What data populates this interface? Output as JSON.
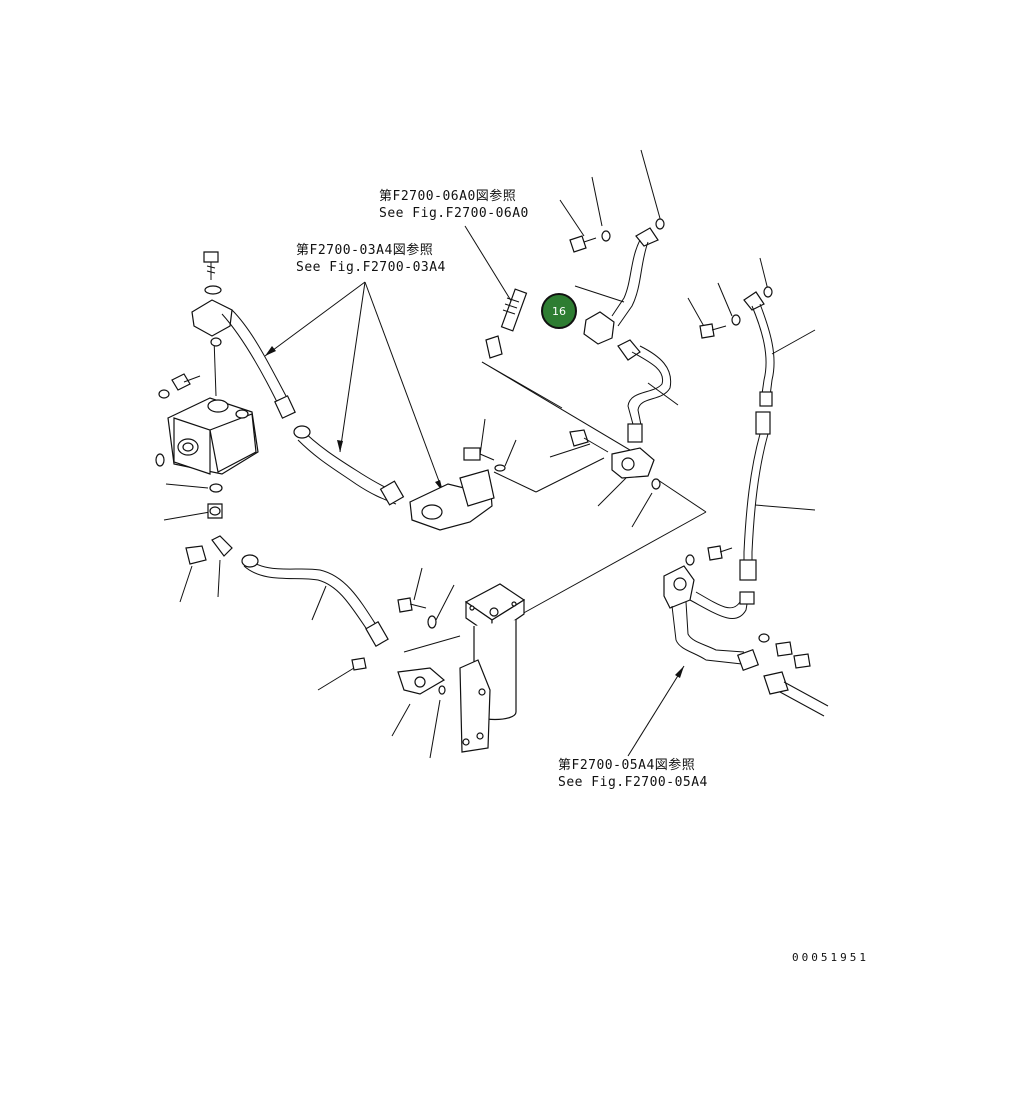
{
  "references": [
    {
      "id": "ref-06a0",
      "jp": "第F2700-06A0図参照",
      "en": "See Fig.F2700-06A0"
    },
    {
      "id": "ref-03a4",
      "jp": "第F2700-03A4図参照",
      "en": "See Fig.F2700-03A4"
    },
    {
      "id": "ref-05a4",
      "jp": "第F2700-05A4図参照",
      "en": "See Fig.F2700-05A4"
    }
  ],
  "callout": {
    "number": "16",
    "color": "#2e7d32"
  },
  "drawing_code": "00051951"
}
